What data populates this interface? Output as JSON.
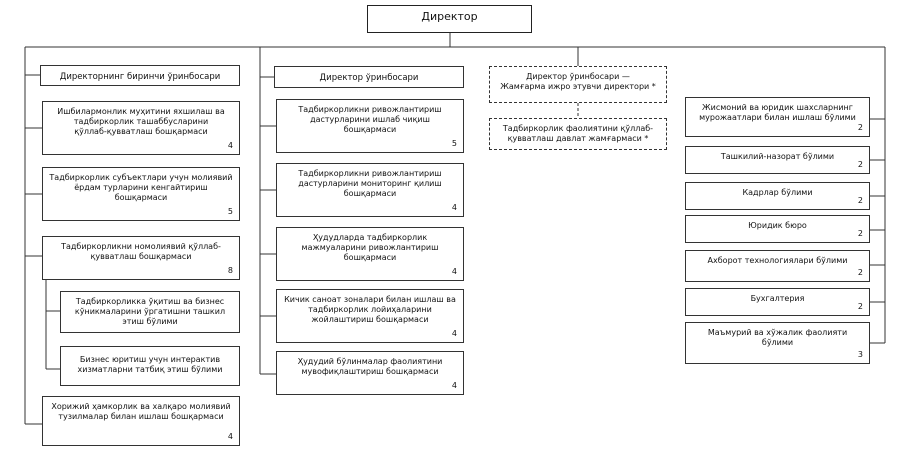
{
  "director": "Директор",
  "column1": {
    "header": "Директорнинг биринчи ўринбосари",
    "units": [
      {
        "name": "Ишбилармонлик муҳитини яхшилаш ва\nтадбиркорлик ташаббусларини\nқўллаб-қувватлаш бошқармаси",
        "count": "4"
      },
      {
        "name": "Тадбиркорлик субъектлари учун молиявий\nёрдам турларини кенгайтириш\nбошқармаси",
        "count": "5"
      },
      {
        "name": "Тадбиркорликни номолиявий қўллаб-\nқувватлаш бошқармаси",
        "count": "8"
      },
      {
        "name": "Хорижий ҳамкорлик ва халқаро молиявий\nтузилмалар билан ишлаш бошқармаси",
        "count": "4"
      }
    ],
    "subunits": [
      {
        "name": "Тадбиркорликка ўқитиш ва бизнес\nкўникмаларини ўргатишни ташкил\nэтиш бўлими"
      },
      {
        "name": "Бизнес юритиш учун интерактив\nхизматларни татбиқ этиш бўлими"
      }
    ]
  },
  "column2": {
    "header": "Директор ўринбосари",
    "units": [
      {
        "name": "Тадбиркорликни ривожлантириш\nдастурларини ишлаб чиқиш\nбошқармаси",
        "count": "5"
      },
      {
        "name": "Тадбиркорликни ривожлантириш\nдастурларини мониторинг қилиш\nбошқармаси",
        "count": "4"
      },
      {
        "name": "Ҳудудларда тадбиркорлик\nмажмуаларини ривожлантириш\nбошқармаси",
        "count": "4"
      },
      {
        "name": "Кичик саноат зоналари билан ишлаш ва\nтадбиркорлик лойиҳаларини\nжойлаштириш бошқармаси",
        "count": "4"
      },
      {
        "name": "Ҳудудий бўлинмалар фаолиятини\nмувофиқлаштириш бошқармаси",
        "count": "4"
      }
    ]
  },
  "column3": {
    "header": "Директор ўринбосари —\nЖамғарма ижро этувчи директори *",
    "unit": "Тадбиркорлик фаолиятини қўллаб-\nқувватлаш давлат жамғармаси *"
  },
  "column4": {
    "units": [
      {
        "name": "Жисмоний ва юридик шахсларнинг\nмурожаатлари билан ишлаш бўлими",
        "count": "2"
      },
      {
        "name": "Ташкилий-назорат бўлими",
        "count": "2"
      },
      {
        "name": "Кадрлар бўлими",
        "count": "2"
      },
      {
        "name": "Юридик бюро",
        "count": "2"
      },
      {
        "name": "Ахборот технологиялари бўлими",
        "count": "2"
      },
      {
        "name": "Бухгалтерия",
        "count": "2"
      },
      {
        "name": "Маъмурий ва хўжалик фаолияти\nбўлими",
        "count": "3"
      }
    ]
  }
}
